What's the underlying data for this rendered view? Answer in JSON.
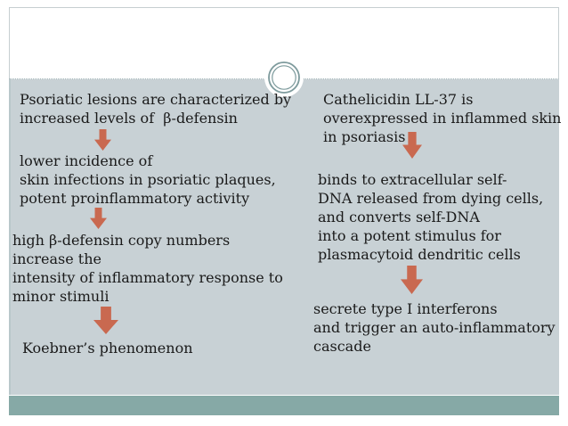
{
  "slide": {
    "colors": {
      "content_bg": "#c8d1d5",
      "bottom_band": "#86a9a6",
      "arrow": "#c96950",
      "text": "#1a1a1a",
      "ring": "#7d9a9c"
    },
    "icons": {
      "down_arrow": "down-block-arrow",
      "ornament": "double-ring-circle"
    },
    "left_column": {
      "blocks": [
        {
          "lines": [
            "Psoriatic lesions are characterized by",
            "increased levels of  β-defensin"
          ]
        },
        {
          "lines": [
            "lower incidence of",
            "skin infections in psoriatic plaques,",
            "potent proinflammatory activity"
          ]
        },
        {
          "lines": [
            "high β-defensin copy numbers",
            "increase the",
            "intensity of inflammatory response to",
            "minor stimuli"
          ]
        },
        {
          "lines": [
            "Koebner’s phenomenon"
          ]
        }
      ]
    },
    "right_column": {
      "blocks": [
        {
          "lines": [
            "Cathelicidin LL-37 is",
            "overexpressed in inflammed skin",
            "in psoriasis"
          ]
        },
        {
          "lines": [
            "binds to extracellular self-",
            "DNA released from dying cells,",
            "and converts self-DNA",
            "into a potent stimulus for",
            "plasmacytoid dendritic cells"
          ]
        },
        {
          "lines": [
            "secrete type I interferons",
            "and trigger an auto-inflammatory",
            "cascade"
          ]
        }
      ]
    }
  }
}
